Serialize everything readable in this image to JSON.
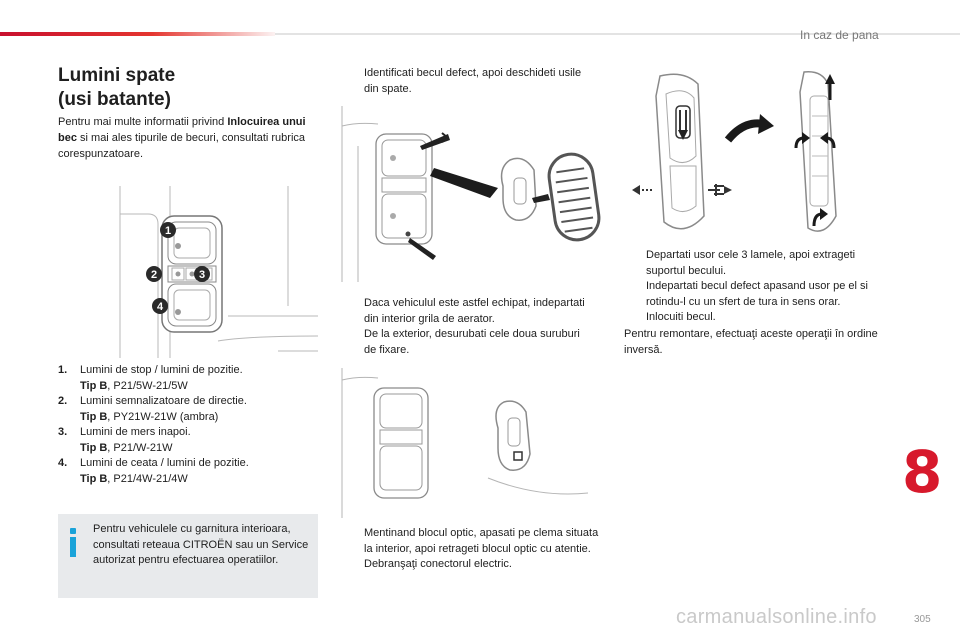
{
  "header": {
    "section": "In caz de pana"
  },
  "title_line1": "Lumini spate",
  "title_line2": "(usi batante)",
  "intro": {
    "pre": "Pentru mai multe informatii privind ",
    "bold": "Inlocuirea unui bec",
    "post": " si mai ales tipurile de becuri, consultati rubrica corespunzatoare."
  },
  "callouts": [
    "1",
    "2",
    "3",
    "4"
  ],
  "bulbs": [
    {
      "num": "1.",
      "desc": "Lumini de stop / lumini de pozitie.",
      "tip_label": "Tip B",
      "tip_value": ", P21/5W-21/5W"
    },
    {
      "num": "2.",
      "desc": "Lumini semnalizatoare de directie.",
      "tip_label": "Tip B",
      "tip_value": ", PY21W-21W (ambra)"
    },
    {
      "num": "3.",
      "desc": "Lumini de mers inapoi.",
      "tip_label": "Tip B",
      "tip_value": ", P21/W-21W"
    },
    {
      "num": "4.",
      "desc": "Lumini de ceata / lumini de pozitie.",
      "tip_label": "Tip B",
      "tip_value": ", P21/4W-21/4W"
    }
  ],
  "info_box": {
    "icon": "info-icon",
    "text": "Pentru vehiculele cu garnitura interioara, consultati reteaua CITROËN sau un Service autorizat pentru efectuarea operatiilor."
  },
  "bullet_icon": "arrow-bullet-icon",
  "bullet_glyph": "",
  "steps_col2_top": [
    "Identificati becul defect, apoi deschideti usile din spate."
  ],
  "steps_col2_mid": [
    "Daca vehiculul este astfel echipat, indepartati din interior grila de aerator.",
    "De la exterior, desurubati cele doua suruburi de fixare."
  ],
  "steps_col2_bottom": [
    "Mentinand blocul optic, apasati pe clema situata la interior, apoi retrageti blocul optic cu atentie.",
    "Debranşaţi conectorul electric."
  ],
  "steps_col3": [
    "Departati usor cele 3 lamele, apoi extrageti suportul becului.",
    "Indepartati becul defect apasand usor pe el si rotindu-l cu un sfert de tura in sens orar.",
    "Inlocuiti becul."
  ],
  "reassembly": "Pentru remontare, efectuaţi aceste operaţii în ordine inversă.",
  "chapter_number": "8",
  "page_number": "305",
  "watermark": "carmanualsonline.info",
  "colors": {
    "accent_red": "#d7192c",
    "info_blue": "#1aa3d9",
    "info_bg": "#e8eaec"
  }
}
